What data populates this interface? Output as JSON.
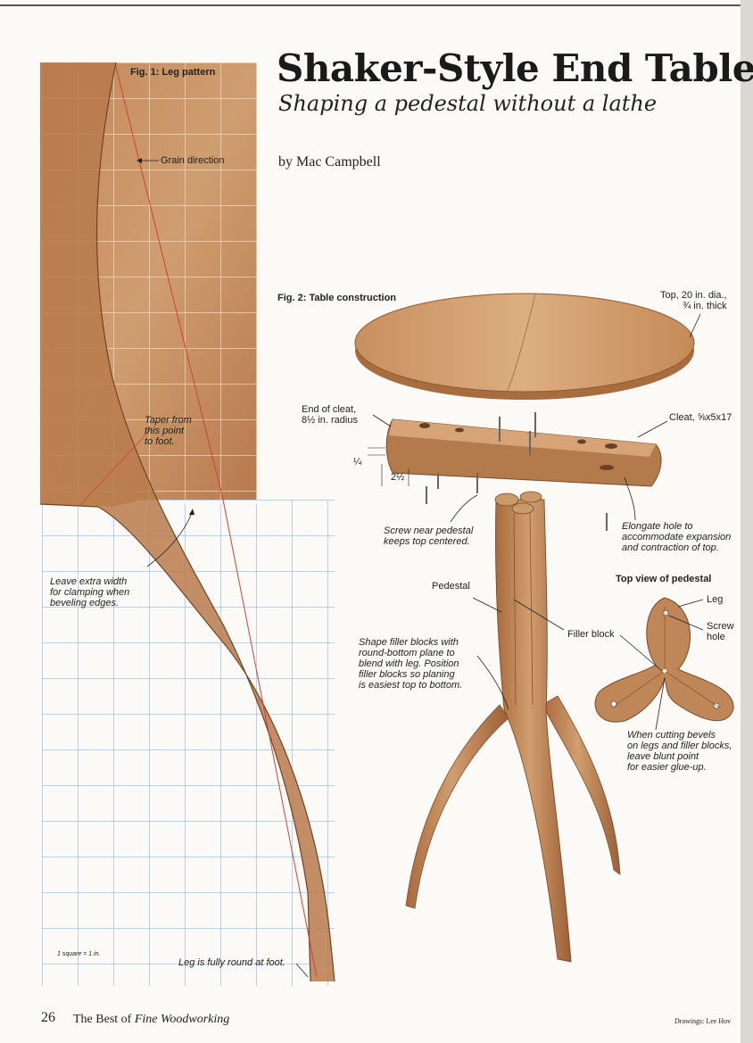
{
  "header": {
    "title": "Shaker-Style End Table",
    "subtitle": "Shaping a pedestal without a lathe",
    "byline": "by Mac Campbell"
  },
  "fig1": {
    "label": "Fig. 1: Leg pattern",
    "grain_direction": "Grain direction",
    "taper": "Taper from\nthis point\nto foot.",
    "leave_extra": "Leave extra width\nfor clamping when\nbeveling edges.",
    "scale": "1 square = 1 in.",
    "fully_round": "Leg is fully round at foot."
  },
  "fig2": {
    "label": "Fig. 2: Table construction",
    "top": "Top, 20 in. dia.,\n¾ in. thick",
    "end_of_cleat": "End of cleat,\n8½ in. radius",
    "cleat": "Cleat, ⅝x5x17",
    "dim_quarter": "¼",
    "dim_two_half": "2½",
    "screw_near": "Screw near pedestal\nkeeps top centered.",
    "elongate": "Elongate hole to\naccommodate expansion\nand contraction of top.",
    "pedestal": "Pedestal",
    "filler_block": "Filler block",
    "shape_filler": "Shape filler blocks with\nround-bottom plane to\nblend with leg. Position\nfiller blocks so planing\nis easiest top to bottom.",
    "top_view": "Top view of pedestal",
    "leg": "Leg",
    "screw_hole": "Screw\nhole",
    "cutting_bevels": "When cutting bevels\non legs and filler blocks,\nleave blunt point\nfor easier glue-up."
  },
  "footer": {
    "page_number": "26",
    "publication_prefix": "The Best of",
    "publication_italic": "Fine Woodworking",
    "credit": "Drawings: Lee Hov"
  },
  "colors": {
    "wood_light": "#c99a6a",
    "wood_mid": "#b37c50",
    "wood_dark": "#8e5a34",
    "grid_blue": "#7aa8d8",
    "grid_white": "#f4efe8",
    "red_line": "#d0403c"
  }
}
